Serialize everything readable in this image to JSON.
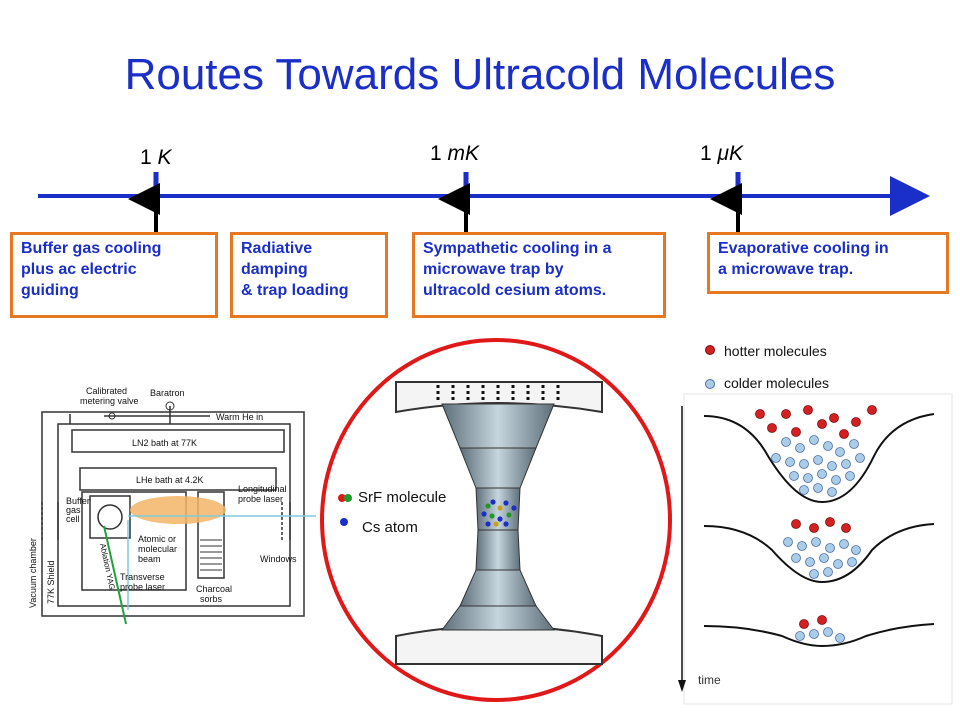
{
  "slide": {
    "title": "Routes Towards Ultracold Molecules",
    "colors": {
      "title": "#1a2ec8",
      "axis": "#1a2ec8",
      "box_border": "#e87722",
      "ring": "#e01818"
    }
  },
  "timeline": {
    "temperatures": [
      {
        "number": "1",
        "unit": "K"
      },
      {
        "number": "1",
        "unit": "mK"
      },
      {
        "number": "1",
        "unit": "μK"
      }
    ]
  },
  "boxes": [
    {
      "lines": [
        "Buffer gas cooling",
        "plus ac electric",
        "guiding"
      ]
    },
    {
      "lines": [
        "Radiative",
        "damping",
        "& trap loading"
      ]
    },
    {
      "lines": [
        "Sympathetic cooling in a",
        "microwave trap by",
        "ultracold cesium atoms."
      ]
    },
    {
      "lines": [
        "Evaporative cooling in",
        "a microwave trap."
      ]
    }
  ],
  "apparatus": {
    "labels": {
      "calibrated": "Calibrated",
      "metering": "metering valve",
      "baratron": "Baratron",
      "warm_he": "Warm He in",
      "ln2": "LN2 bath at 77K",
      "lhe": "LHe bath at 4.2K",
      "buffer_gas": "Buffer",
      "buffer_gas2": "gas",
      "buffer_gas3": "cell",
      "atomic": "Atomic or",
      "molecular": "molecular",
      "beam": "beam",
      "longitudinal": "Longitudinal",
      "probe_laser": "probe laser",
      "vacuum_chamber": "Vacuum chamber",
      "shield": "77K Shield",
      "ablation": "Ablation YAG",
      "transverse": "Transverse",
      "transverse2": "probe laser",
      "charcoal": "Charcoal",
      "sorbs": "sorbs",
      "windows": "Windows"
    }
  },
  "trap_legend": {
    "srf": "SrF molecule",
    "cs": "Cs atom"
  },
  "evap_legend": {
    "hotter": "hotter molecules",
    "colder": "colder molecules",
    "time": "time",
    "hot_color": "#d42020",
    "cold_color": "#a9cce8"
  }
}
